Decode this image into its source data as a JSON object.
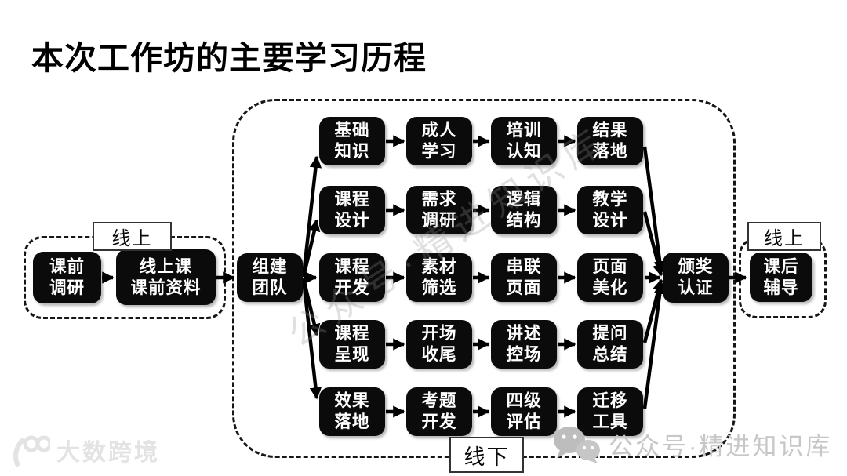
{
  "title": "本次工作坊的主要学习历程",
  "labels": {
    "left_online": "线上",
    "right_online": "线上",
    "bottom_offline": "线下"
  },
  "flow": {
    "pre": [
      {
        "line1": "课前",
        "line2": "调研"
      },
      {
        "line1": "线上课",
        "line2": "课前资料"
      }
    ],
    "hub": {
      "line1": "组建",
      "line2": "团队"
    },
    "rows": [
      {
        "cells": [
          {
            "line1": "基础",
            "line2": "知识"
          },
          {
            "line1": "成人",
            "line2": "学习"
          },
          {
            "line1": "培训",
            "line2": "认知"
          },
          {
            "line1": "结果",
            "line2": "落地"
          }
        ]
      },
      {
        "cells": [
          {
            "line1": "课程",
            "line2": "设计"
          },
          {
            "line1": "需求",
            "line2": "调研"
          },
          {
            "line1": "逻辑",
            "line2": "结构"
          },
          {
            "line1": "教学",
            "line2": "设计"
          }
        ]
      },
      {
        "cells": [
          {
            "line1": "课程",
            "line2": "开发"
          },
          {
            "line1": "素材",
            "line2": "筛选"
          },
          {
            "line1": "串联",
            "line2": "页面"
          },
          {
            "line1": "页面",
            "line2": "美化"
          }
        ]
      },
      {
        "cells": [
          {
            "line1": "课程",
            "line2": "呈现"
          },
          {
            "line1": "开场",
            "line2": "收尾"
          },
          {
            "line1": "讲述",
            "line2": "控场"
          },
          {
            "line1": "提问",
            "line2": "总结"
          }
        ]
      },
      {
        "cells": [
          {
            "line1": "效果",
            "line2": "落地"
          },
          {
            "line1": "考题",
            "line2": "开发"
          },
          {
            "line1": "四级",
            "line2": "评估"
          },
          {
            "line1": "迁移",
            "line2": "工具"
          }
        ]
      }
    ],
    "end": {
      "line1": "颁奖",
      "line2": "认证"
    },
    "post": {
      "line1": "课后",
      "line2": "辅导"
    }
  },
  "watermarks": {
    "bottom_left": {
      "logo_icon": "brand-100-logo-icon",
      "text": "大数跨境"
    },
    "bottom_right": {
      "icon": "wechat-icon",
      "text": "公众号·精进知识库"
    },
    "diagonal": "公众号·精进知识库"
  },
  "colors": {
    "node_bg": "#0b0b0b",
    "node_text": "#ffffff",
    "line": "#000000",
    "dashed_border": "#161616",
    "watermark_gray": "#c7c7c7"
  }
}
